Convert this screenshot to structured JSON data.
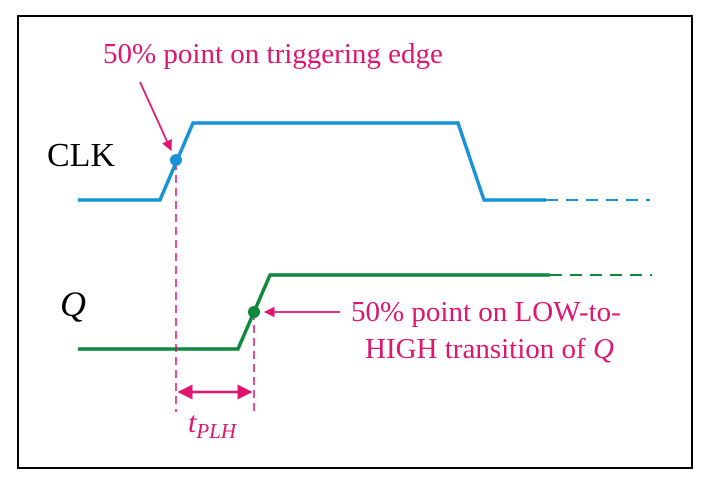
{
  "diagram": {
    "signals": {
      "clk": {
        "label": "CLK"
      },
      "q": {
        "label": "Q"
      }
    },
    "annotations": {
      "clk_point": "50% point on triggering edge",
      "q_point_line1": "50% point on LOW-to-",
      "q_point_line2": "HIGH transition of ",
      "q_point_italic": "Q",
      "delay_main": "t",
      "delay_sub": "PLH"
    },
    "colors": {
      "clk": "#1a93d6",
      "q": "#0e8a3c",
      "annotation": "#e0156e",
      "border": "#000000"
    }
  }
}
